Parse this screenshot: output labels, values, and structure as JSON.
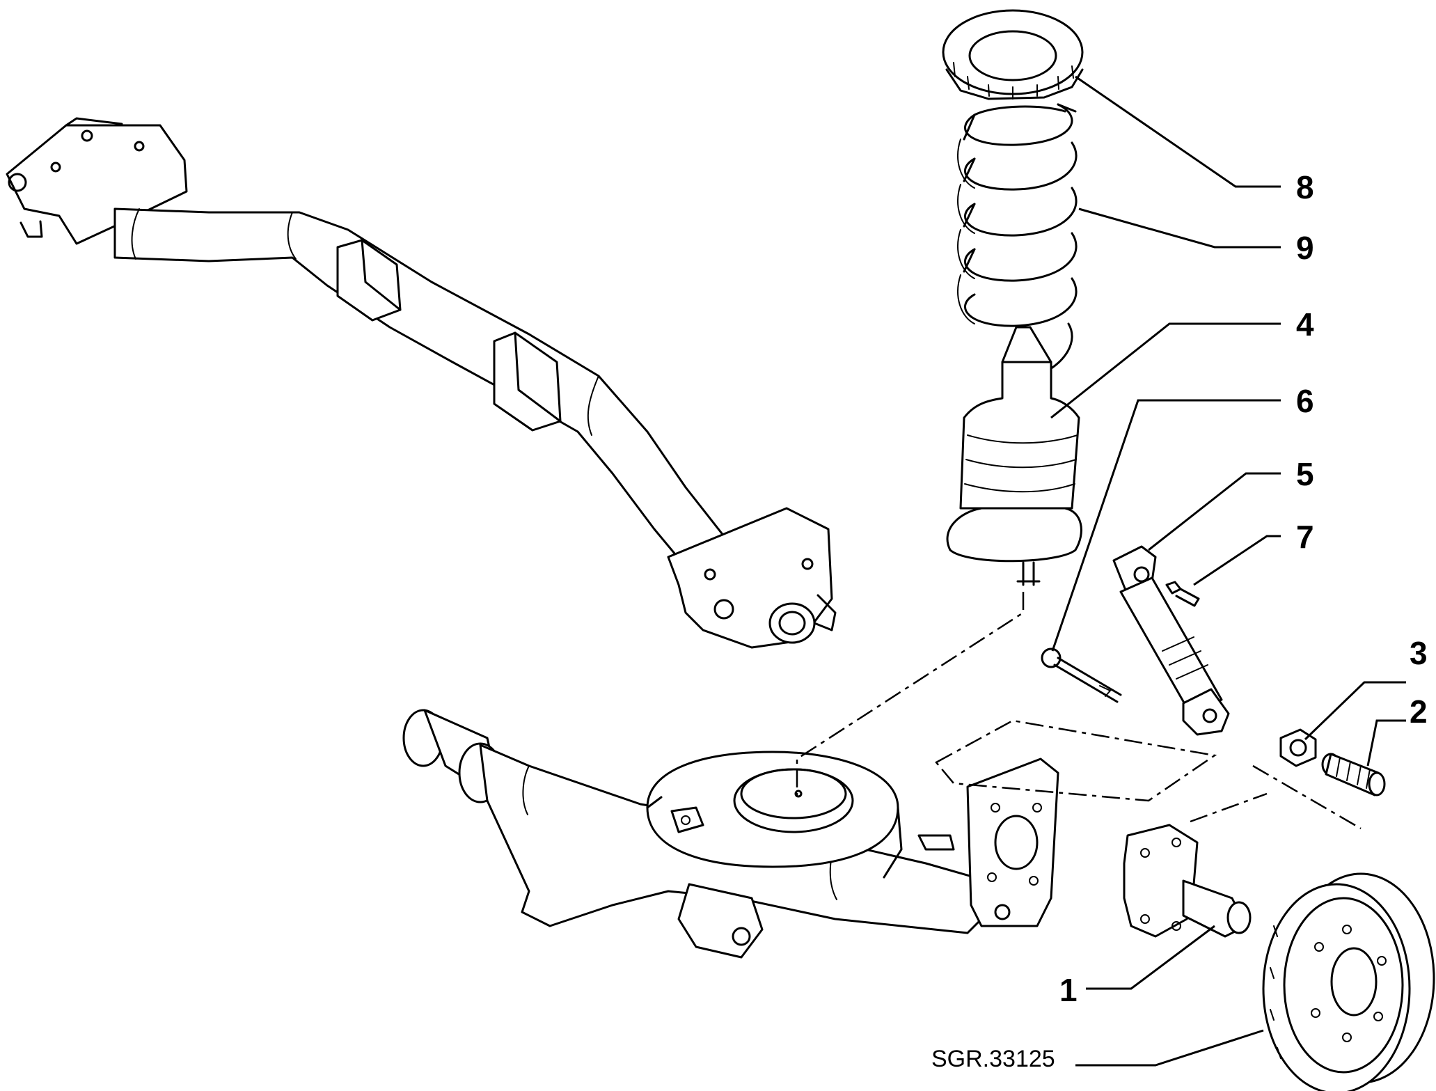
{
  "drawing": {
    "reference_code": "SGR.33125",
    "line_color": "#000000",
    "background_color": "#ffffff"
  },
  "callouts": [
    {
      "label": "8",
      "part": "spring upper seat / insulator ring"
    },
    {
      "label": "9",
      "part": "coil spring"
    },
    {
      "label": "4",
      "part": "bump stop with dust boot"
    },
    {
      "label": "6",
      "part": "shock absorber mounting bolt"
    },
    {
      "label": "5",
      "part": "shock absorber"
    },
    {
      "label": "7",
      "part": "shock absorber lower bolt"
    },
    {
      "label": "3",
      "part": "nut"
    },
    {
      "label": "2",
      "part": "wheel stud"
    },
    {
      "label": "1",
      "part": "stub axle"
    }
  ]
}
